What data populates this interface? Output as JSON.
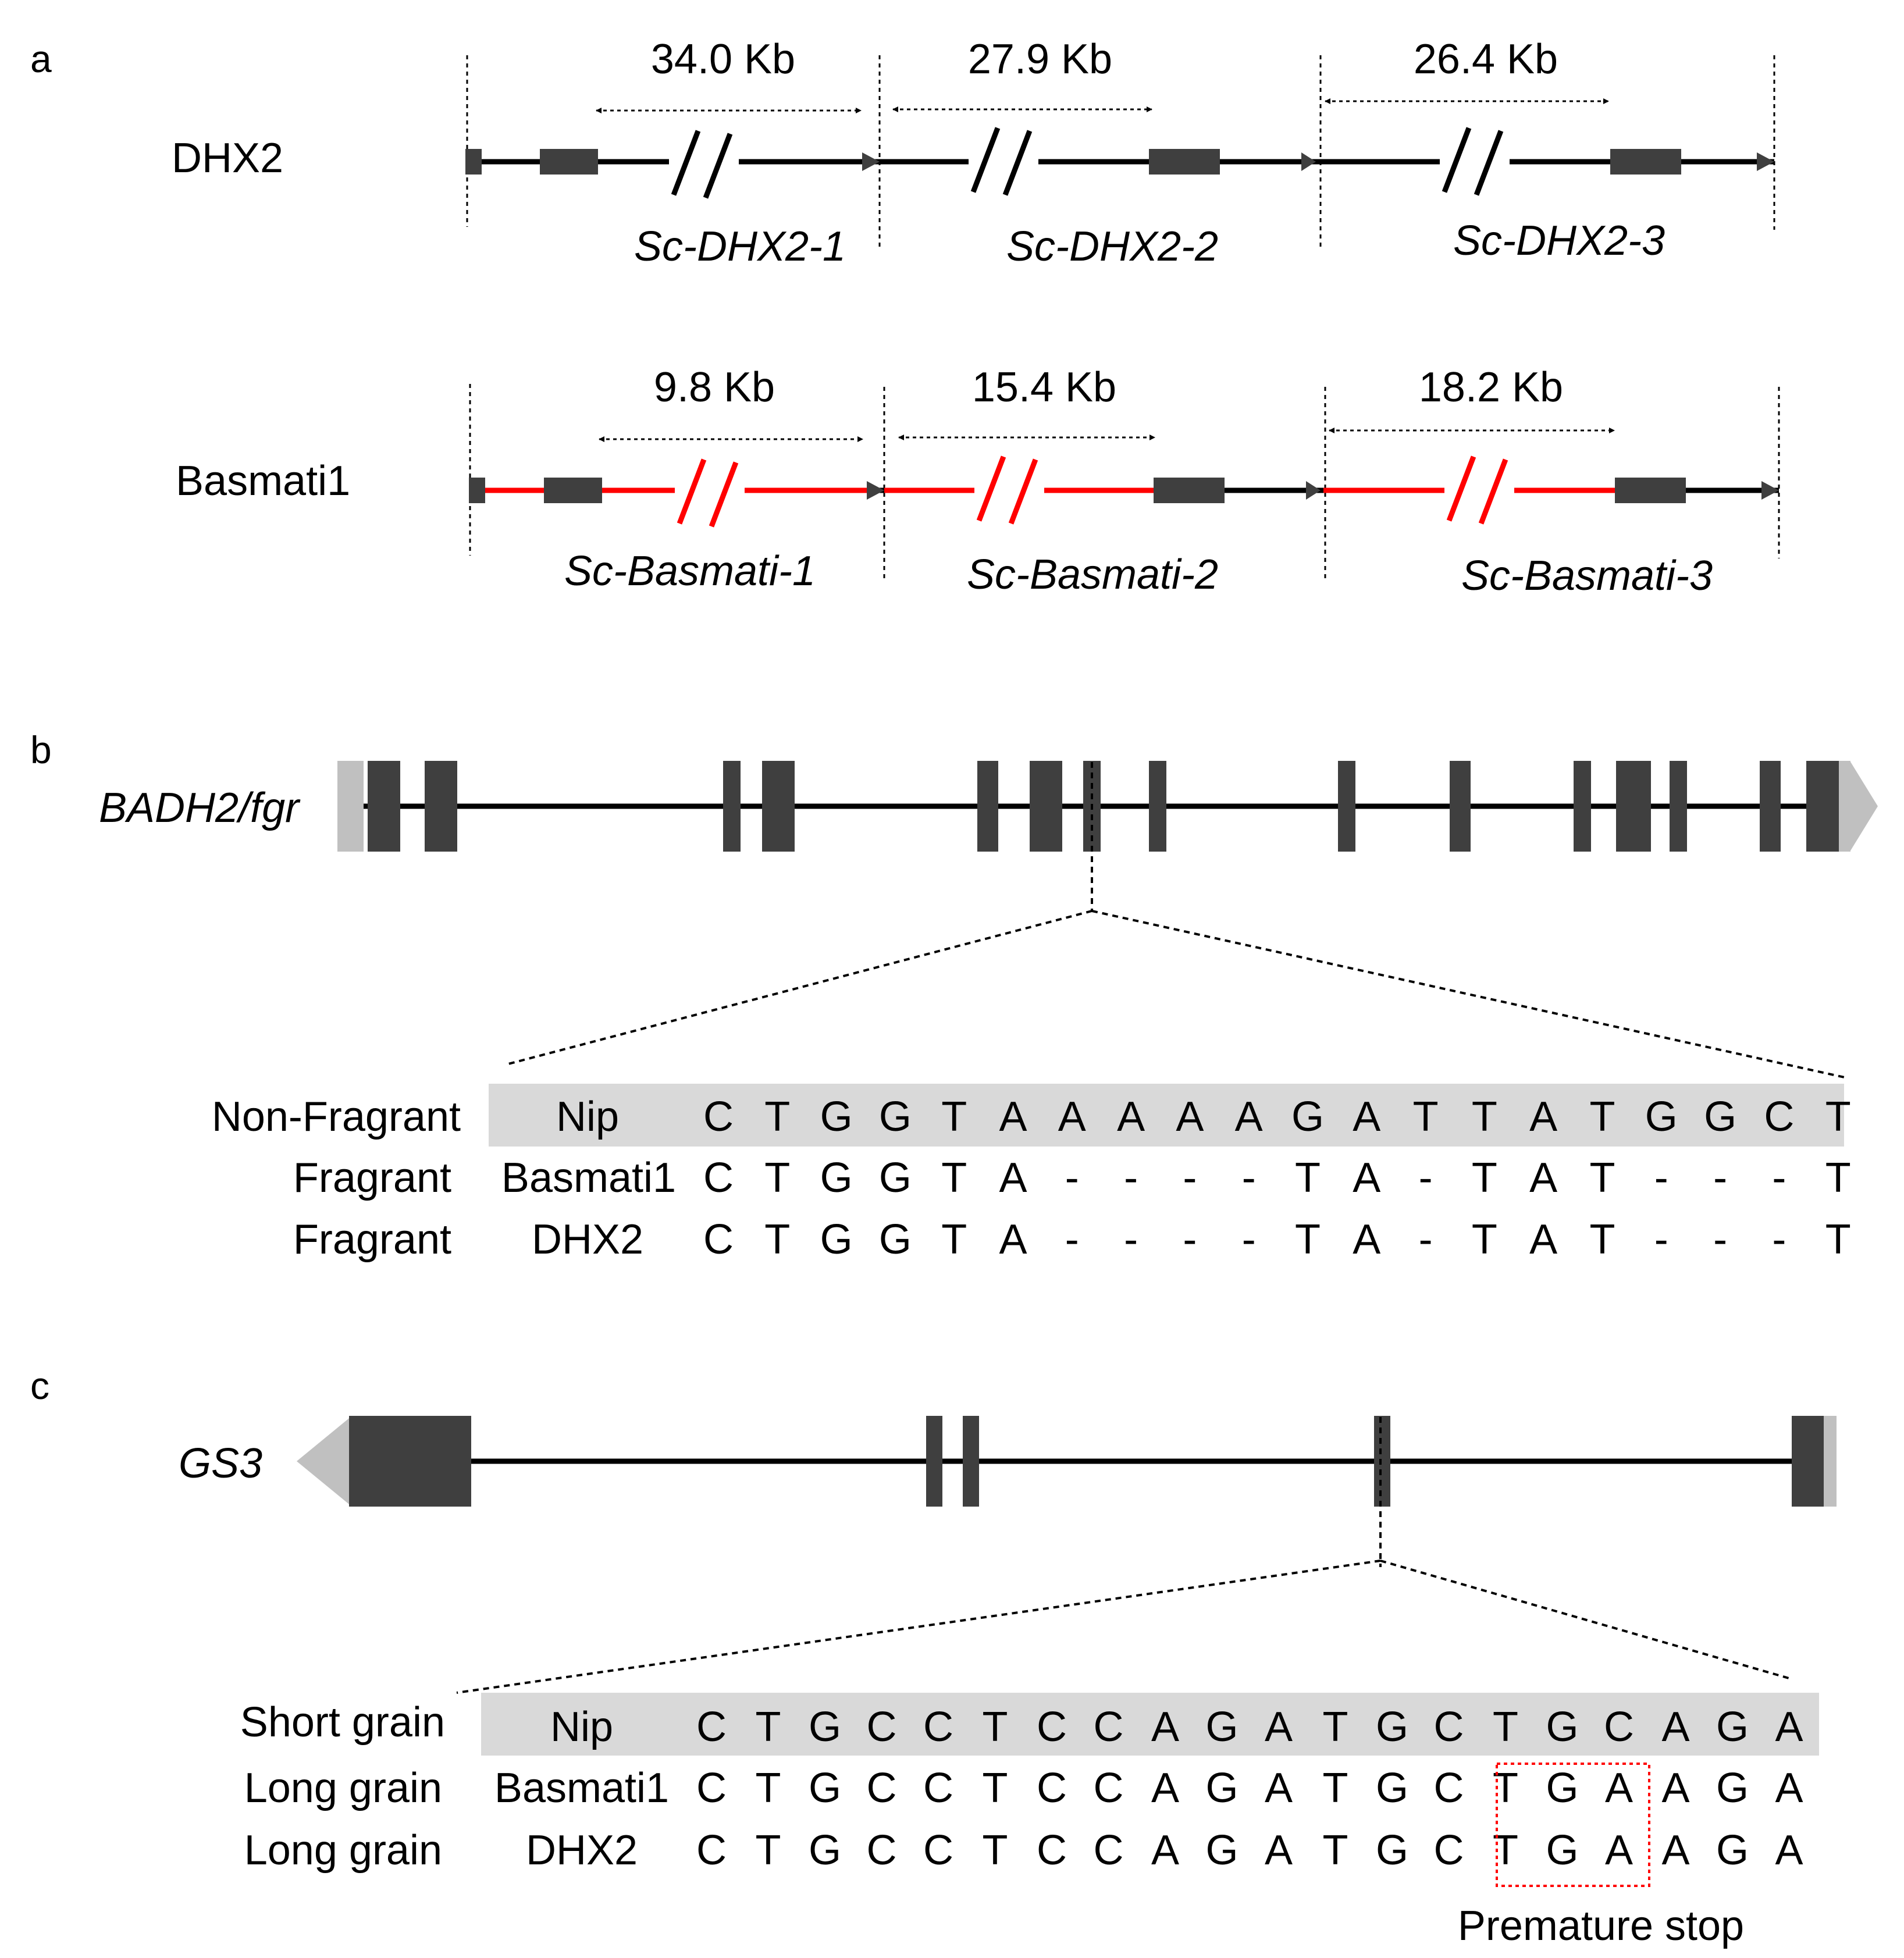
{
  "panel_a": {
    "label": "a",
    "rows": [
      {
        "name": "DHX2",
        "distances": [
          "34.0 Kb",
          "27.9 Kb",
          "26.4 Kb"
        ],
        "scaffolds": [
          "Sc-DHX2-1",
          "Sc-DHX2-2",
          "Sc-DHX2-3"
        ]
      },
      {
        "name": "Basmati1",
        "distances": [
          "9.8 Kb",
          "15.4 Kb",
          "18.2 Kb"
        ],
        "scaffolds": [
          "Sc-Basmati-1",
          "Sc-Basmati-2",
          "Sc-Basmati-3"
        ]
      }
    ]
  },
  "panel_b": {
    "label": "b",
    "gene": "BADH2/fgr",
    "alignment": [
      {
        "phenotype": "Non-Fragrant",
        "variety": "Nip",
        "seq": [
          "C",
          "T",
          "G",
          "G",
          "T",
          "A",
          "A",
          "A",
          "A",
          "A",
          "G",
          "A",
          "T",
          "T",
          "A",
          "T",
          "G",
          "G",
          "C",
          "T"
        ]
      },
      {
        "phenotype": "Fragrant",
        "variety": "Basmati1",
        "seq": [
          "C",
          "T",
          "G",
          "G",
          "T",
          "A",
          "-",
          "-",
          "-",
          "-",
          "T",
          "A",
          "-",
          "T",
          "A",
          "T",
          "-",
          "-",
          "-",
          "T"
        ]
      },
      {
        "phenotype": "Fragrant",
        "variety": "DHX2",
        "seq": [
          "C",
          "T",
          "G",
          "G",
          "T",
          "A",
          "-",
          "-",
          "-",
          "-",
          "T",
          "A",
          "-",
          "T",
          "A",
          "T",
          "-",
          "-",
          "-",
          "T"
        ]
      }
    ]
  },
  "panel_c": {
    "label": "c",
    "gene": "GS3",
    "alignment": [
      {
        "phenotype": "Short grain",
        "variety": "Nip",
        "seq": [
          "C",
          "T",
          "G",
          "C",
          "C",
          "T",
          "C",
          "C",
          "A",
          "G",
          "A",
          "T",
          "G",
          "C",
          "T",
          "G",
          "C",
          "A",
          "G",
          "A"
        ]
      },
      {
        "phenotype": "Long grain",
        "variety": "Basmati1",
        "seq": [
          "C",
          "T",
          "G",
          "C",
          "C",
          "T",
          "C",
          "C",
          "A",
          "G",
          "A",
          "T",
          "G",
          "C",
          "T",
          "G",
          "A",
          "A",
          "G",
          "A"
        ]
      },
      {
        "phenotype": "Long grain",
        "variety": "DHX2",
        "seq": [
          "C",
          "T",
          "G",
          "C",
          "C",
          "T",
          "C",
          "C",
          "A",
          "G",
          "A",
          "T",
          "G",
          "C",
          "T",
          "G",
          "A",
          "A",
          "G",
          "A"
        ]
      }
    ],
    "annotation": "Premature stop"
  },
  "colors": {
    "exon": "#3f3f3f",
    "utr": "#c0c0c0",
    "line": "#000000",
    "highlight": "#ff0000",
    "shade": "#d9d9d9"
  }
}
